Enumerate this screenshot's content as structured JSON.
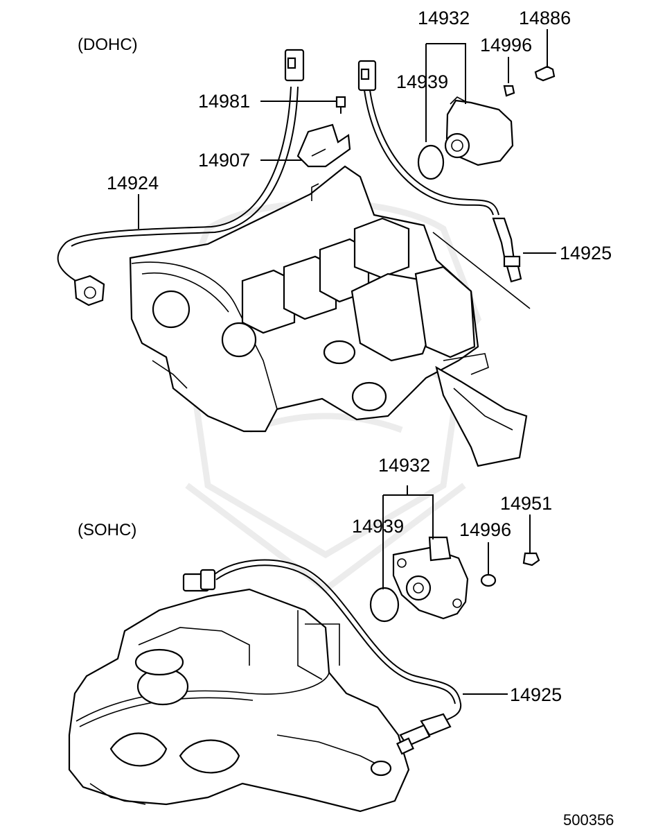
{
  "diagram": {
    "sections": {
      "dohc": "(DOHC)",
      "sohc": "(SOHC)"
    },
    "dohc_callouts": {
      "p14932": "14932",
      "p14886": "14886",
      "p14996": "14996",
      "p14939": "14939",
      "p14981": "14981",
      "p14907": "14907",
      "p14924": "14924",
      "p14925": "14925"
    },
    "sohc_callouts": {
      "p14932": "14932",
      "p14939": "14939",
      "p14951": "14951",
      "p14996": "14996",
      "p14925": "14925"
    },
    "diagram_code": "500356"
  }
}
